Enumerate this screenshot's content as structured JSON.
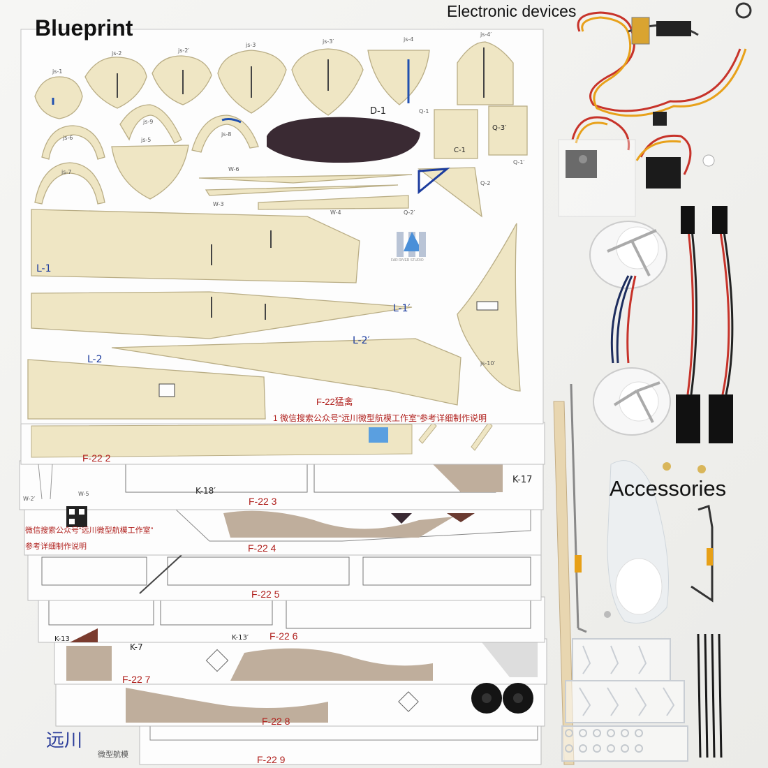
{
  "headings": {
    "blueprint": "Blueprint",
    "electronic_devices": "Electronic devices",
    "accessories": "Accessories"
  },
  "part_labels": {
    "js1": "js-1",
    "js2": "js-2",
    "js2p": "js-2′",
    "js3": "js-3",
    "js3p": "js-3′",
    "js4": "js-4",
    "js4p": "js-4′",
    "js5": "js-5",
    "js6": "js-6",
    "js7": "js-7",
    "js8": "js-8",
    "js9": "js-9",
    "js10p": "js-10′",
    "d1": "D-1",
    "c1": "C-1",
    "q1": "Q-1",
    "q1p": "Q-1′",
    "q2": "Q-2",
    "q2p": "Q-2′",
    "q3p": "Q-3′",
    "w3": "W-3",
    "w4": "W-4",
    "w5": "W-5",
    "w6": "W-6",
    "w2p": "W-2′",
    "l1": "L-1",
    "l1p": "L-1′",
    "l2": "L-2",
    "l2p": "L-2′",
    "k7": "K-7",
    "k13": "K-13",
    "k13p": "K-13′",
    "k17": "K-17",
    "k18p": "K-18′"
  },
  "sheet_labels": {
    "title_cn": "F-22猛禽",
    "note_cn": "1  微信搜索公众号“远川微型航模工作室”参考详细制作说明",
    "s2": "F-22 2",
    "s3": "F-22 3",
    "s4": "F-22 4",
    "s5": "F-22 5",
    "s6": "F-22 6",
    "s7": "F-22 7",
    "s8": "F-22 8",
    "s9": "F-22 9",
    "wechat1": "微信搜索公众号“远川微型航模工作室”",
    "wechat2": "参考详细制作说明",
    "brand_cn": "远川",
    "brand_sub_cn": "微型航模",
    "studio": "FAR RIVER STUDIO"
  },
  "colors": {
    "balsa": "#efe6c4",
    "sheet": "#fdfdfd",
    "camo_brown": "#bfae9c",
    "dark_panel": "#3a2a33",
    "accent_red": "#b0201d",
    "accent_blue": "#1c3c9e",
    "wire_red": "#c7332a",
    "wire_orange": "#e8a11a"
  }
}
